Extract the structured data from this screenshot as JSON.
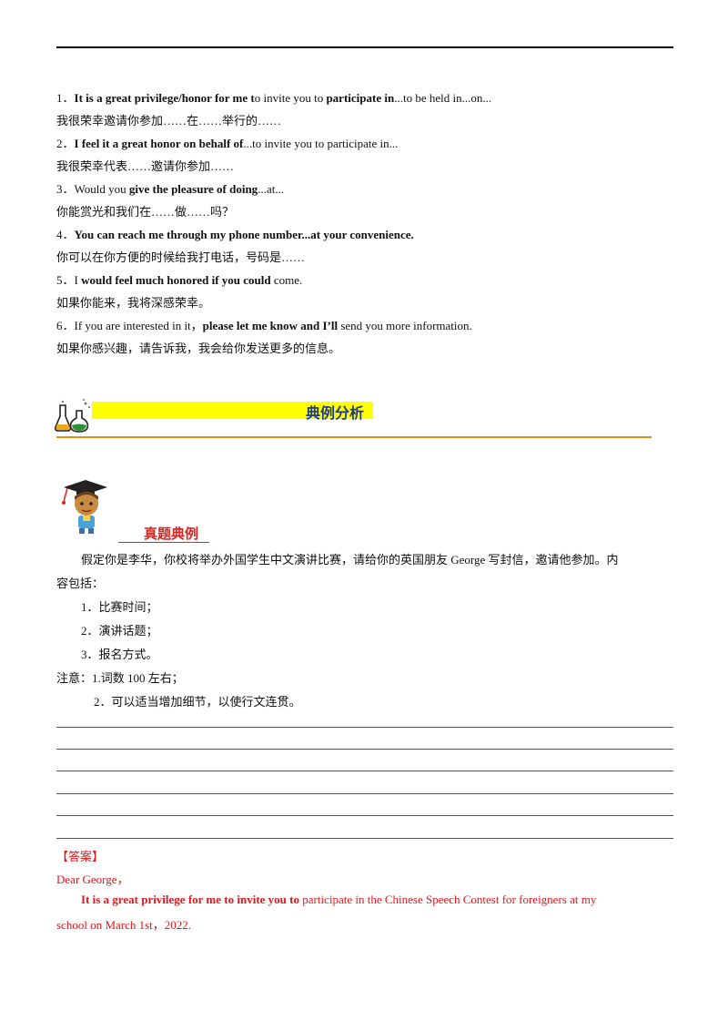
{
  "phrases": [
    {
      "num": "1．",
      "parts": [
        {
          "b": true,
          "t": "It is a great privilege/honor for me t"
        },
        {
          "b": false,
          "t": "o invite you to  "
        },
        {
          "b": true,
          "t": "participate in"
        },
        {
          "b": false,
          "t": "...to be held in...on..."
        }
      ],
      "cn": "我很荣幸邀请你参加……在……举行的……"
    },
    {
      "num": "2．",
      "parts": [
        {
          "b": true,
          "t": "I feel it a great honor on behalf of"
        },
        {
          "b": false,
          "t": "...to invite you to participate in..."
        }
      ],
      "cn": "我很荣幸代表……邀请你参加……"
    },
    {
      "num": "3．",
      "parts": [
        {
          "b": false,
          "t": "Would you  "
        },
        {
          "b": true,
          "t": "give the pleasure of doing"
        },
        {
          "b": false,
          "t": "...at..."
        }
      ],
      "cn": "你能赏光和我们在……做……吗？"
    },
    {
      "num": "4．",
      "parts": [
        {
          "b": true,
          "t": "You can reach me through my phone number...at your convenience."
        }
      ],
      "cn": "你可以在你方便的时候给我打电话，号码是……"
    },
    {
      "num": "5．",
      "parts": [
        {
          "b": false,
          "t": "I  "
        },
        {
          "b": true,
          "t": "would feel much honored if you could"
        },
        {
          "b": false,
          "t": "  come."
        }
      ],
      "cn": "如果你能来，我将深感荣幸。"
    },
    {
      "num": "6．",
      "parts": [
        {
          "b": false,
          "t": "If you are interested in it，"
        },
        {
          "b": true,
          "t": "please let me know and I’ll"
        },
        {
          "b": false,
          "t": "  send you more information."
        }
      ],
      "cn": "如果你感兴趣，请告诉我，我会给你发送更多的信息。"
    }
  ],
  "section_title": "典例分析",
  "case_title": "真题典例",
  "task": {
    "line1": "假定你是李华，你校将举办外国学生中文演讲比赛，请给你的英国朋友 George 写封信，邀请他参加。内",
    "line2": "容包括：",
    "items": [
      "1．比赛时间；",
      "2．演讲话题；",
      "3．报名方式。"
    ],
    "note1": "注意：1.词数 100 左右；",
    "note2": "2．可以适当增加细节，以使行文连贯。"
  },
  "answer": {
    "label": "【答案】",
    "greeting": "Dear George，",
    "bold_lead": "It is a great privilege for me to invite you to",
    "rest1": "  participate in the Chinese Speech Contest for foreigners at my",
    "rest2": "school on March 1st，2022."
  },
  "colors": {
    "accent_red": "#e5161b",
    "banner_yellow": "#ffff00",
    "title_blue": "#1f3b8f",
    "rule_orange": "#f08a1a"
  }
}
